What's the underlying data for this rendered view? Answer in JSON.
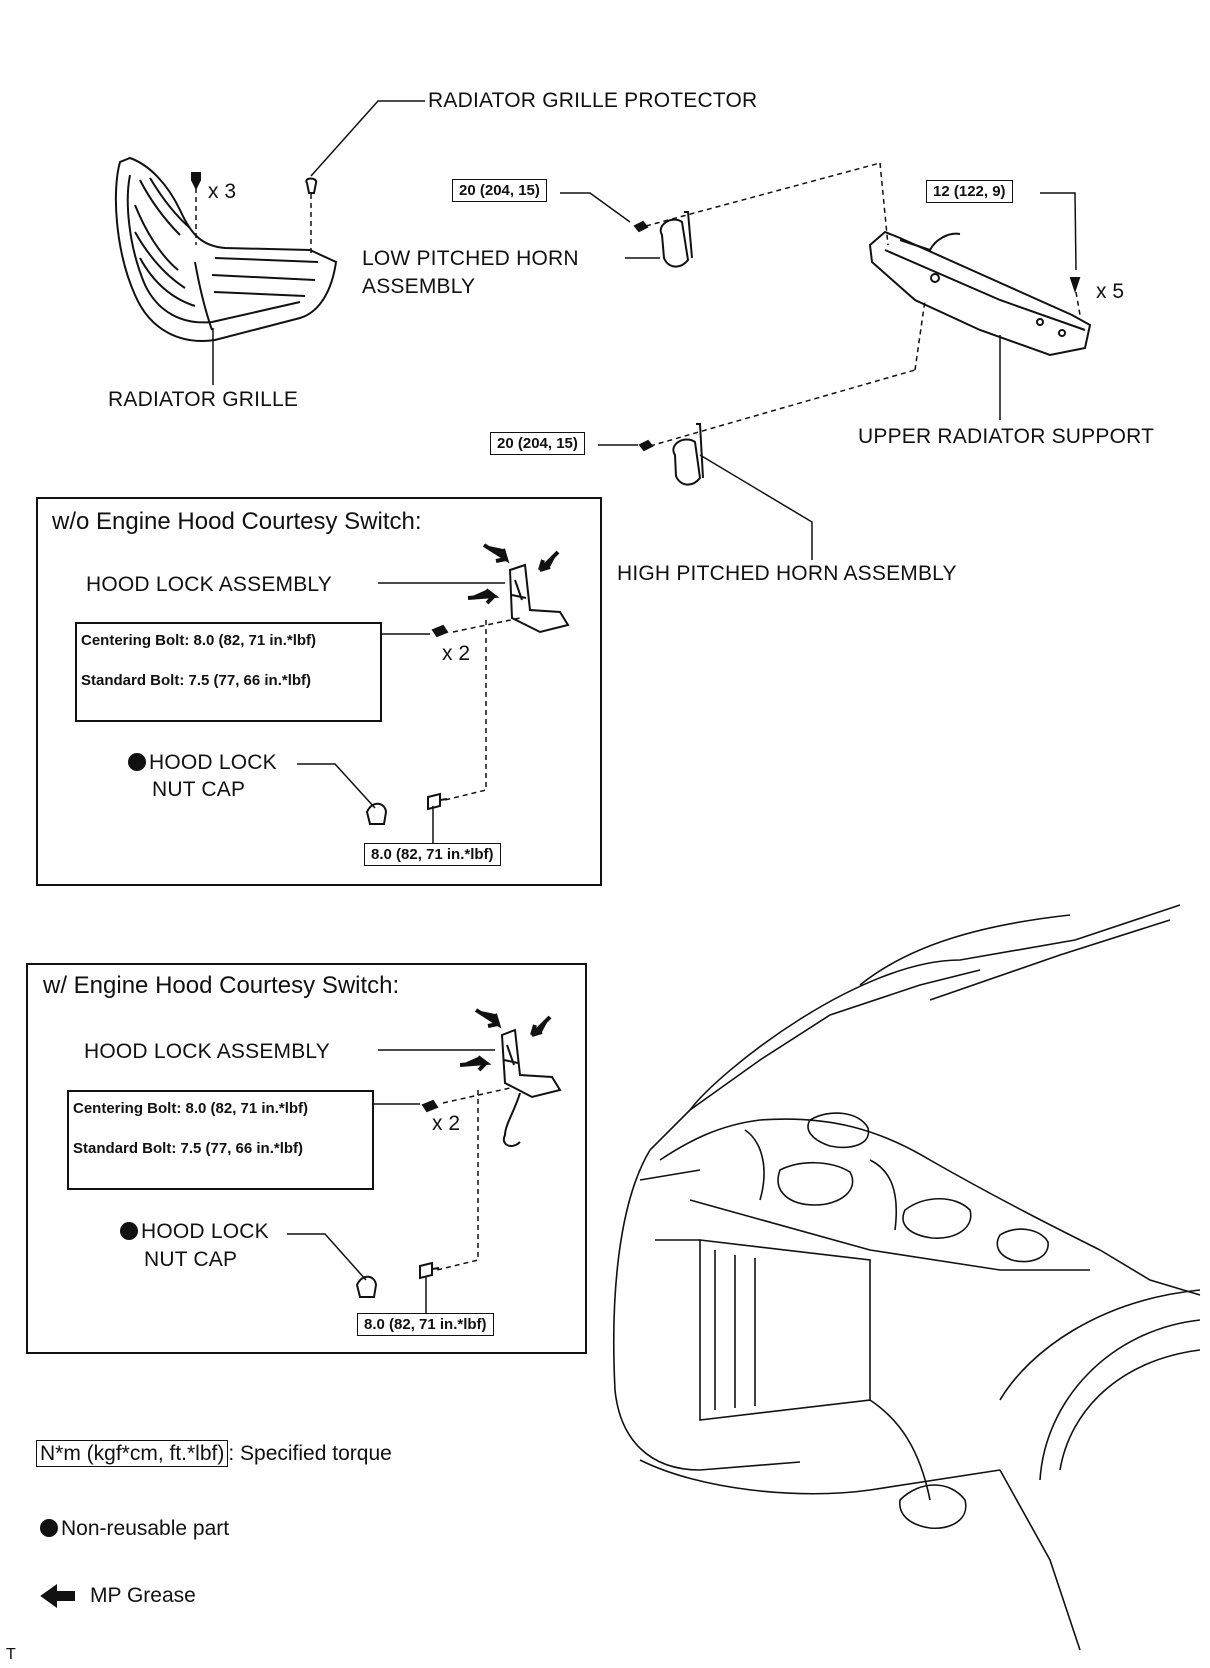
{
  "labels": {
    "grille_protector": "RADIATOR GRILLE PROTECTOR",
    "grille": "RADIATOR GRILLE",
    "low_horn_1": "LOW PITCHED HORN",
    "low_horn_2": "ASSEMBLY",
    "upper_support": "UPPER RADIATOR SUPPORT",
    "high_horn": "HIGH PITCHED HORN ASSEMBLY"
  },
  "multipliers": {
    "x3": "x 3",
    "x5": "x 5",
    "x2": "x 2"
  },
  "torques": {
    "low_horn": "20 (204, 15)",
    "high_horn": "20 (204, 15)",
    "upper_support": "12 (122, 9)"
  },
  "panel_wo": {
    "title": "w/o Engine Hood Courtesy Switch:",
    "hood_lock": "HOOD LOCK ASSEMBLY",
    "centering": "Centering Bolt: 8.0 (82, 71 in.*lbf)",
    "standard": "Standard Bolt: 7.5 (77, 66 in.*lbf)",
    "nut_cap_1": "HOOD LOCK",
    "nut_cap_2": "NUT CAP",
    "nut_torque": "8.0 (82, 71 in.*lbf)"
  },
  "panel_w": {
    "title": "w/ Engine Hood Courtesy Switch:",
    "hood_lock": "HOOD LOCK ASSEMBLY",
    "centering": "Centering Bolt: 8.0 (82, 71 in.*lbf)",
    "standard": "Standard Bolt: 7.5 (77, 66 in.*lbf)",
    "nut_cap_1": "HOOD LOCK",
    "nut_cap_2": "NUT CAP",
    "nut_torque": "8.0 (82, 71 in.*lbf)"
  },
  "legend": {
    "torque_unit": "N*m (kgf*cm, ft.*lbf)",
    "torque_desc": ": Specified torque",
    "non_reusable": "Non-reusable part",
    "grease": "MP Grease"
  },
  "corner_mark": "T"
}
